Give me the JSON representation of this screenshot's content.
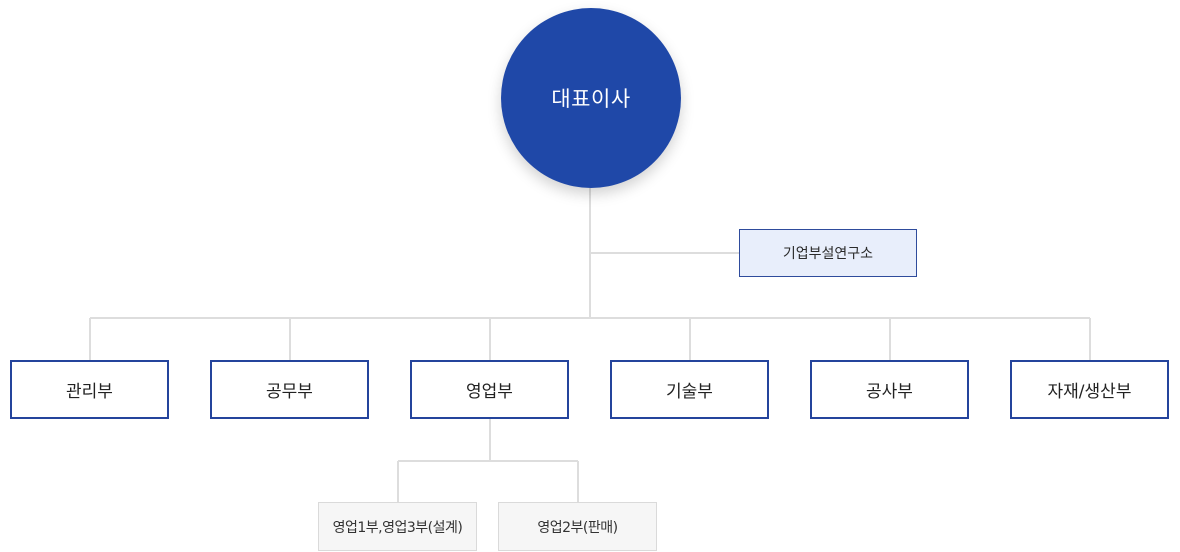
{
  "org": {
    "ceo": "대표이사",
    "lab": "기업부설연구소",
    "departments": [
      "관리부",
      "공무부",
      "영업부",
      "기술부",
      "공사부",
      "자재/생산부"
    ],
    "sales_subunits": [
      "영업1부,영업3부(설계)",
      "영업2부(판매)"
    ]
  },
  "colors": {
    "primary": "#1f48a8",
    "box_border": "#24449c",
    "lab_fill": "#e8eefb",
    "connector": "#dddddd",
    "sub_fill": "#f6f6f6"
  }
}
